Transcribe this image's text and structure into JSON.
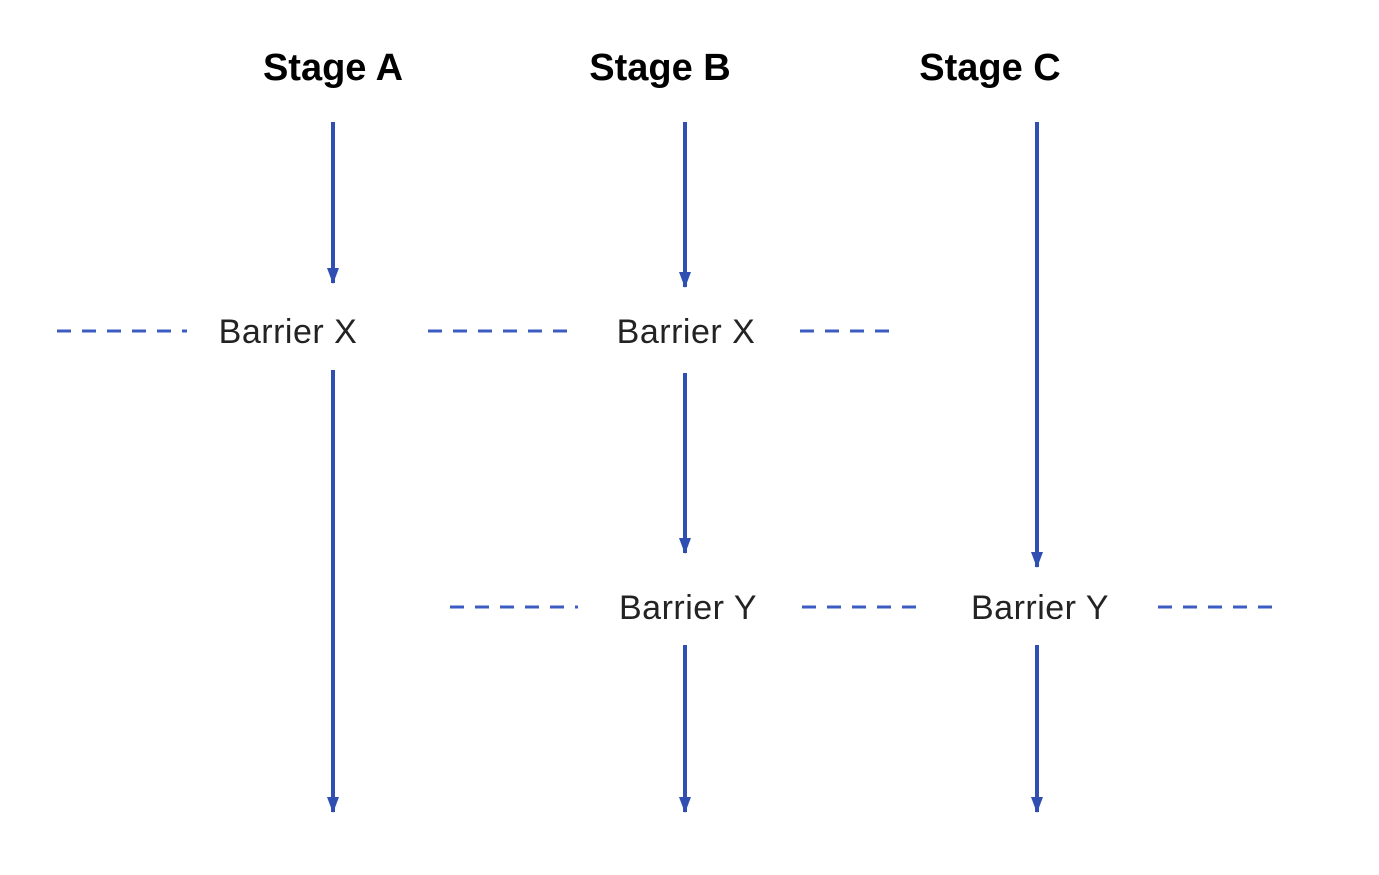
{
  "diagram": {
    "stages": [
      {
        "label": "Stage A"
      },
      {
        "label": "Stage B"
      },
      {
        "label": "Stage C"
      }
    ],
    "barriers": [
      {
        "label": "Barrier X"
      },
      {
        "label": "Barrier Y"
      }
    ],
    "colors": {
      "arrow": "#2f4fb2",
      "dashed_line": "#3c5cc2",
      "stage_text": "#000000",
      "barrier_text": "#232323"
    }
  }
}
